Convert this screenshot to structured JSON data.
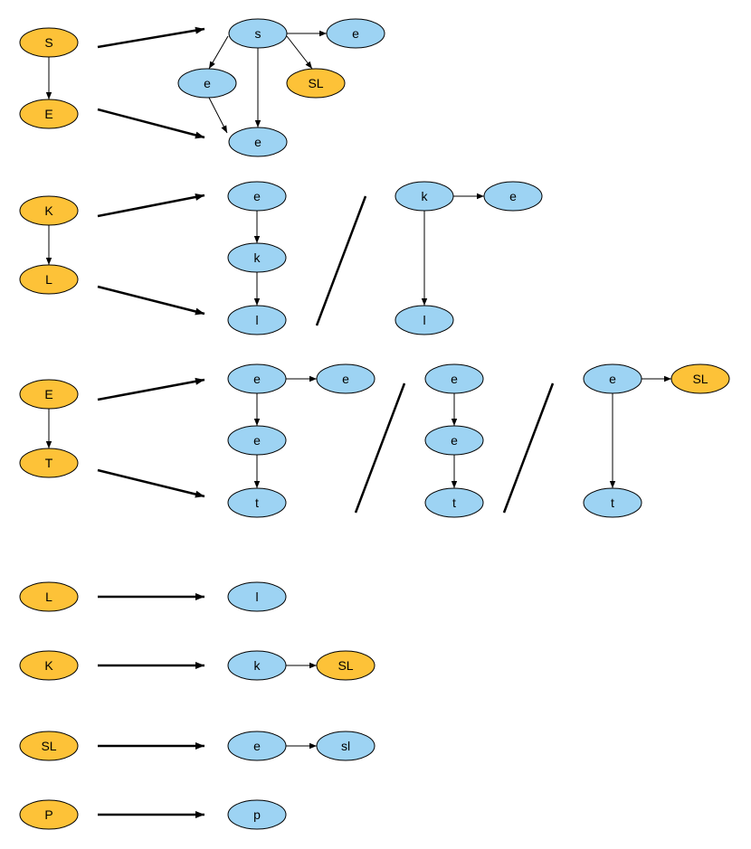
{
  "colors": {
    "nonterminal": "#FDC238",
    "terminal": "#9DD3F3",
    "stroke": "#000000"
  },
  "nodes": {
    "r1_S": "S",
    "r1_E": "E",
    "r1_s": "s",
    "r1_e_left": "e",
    "r1_e_right": "e",
    "r1_SL": "SL",
    "r1_e_bottom": "e",
    "r2_K": "K",
    "r2_L": "L",
    "r2a_e": "e",
    "r2a_k": "k",
    "r2a_l": "l",
    "r2b_k": "k",
    "r2b_e": "e",
    "r2b_l": "l",
    "r3_E": "E",
    "r3_T": "T",
    "r3a_e_top": "e",
    "r3a_e_right": "e",
    "r3a_e_mid": "e",
    "r3a_t": "t",
    "r3b_e_top": "e",
    "r3b_e_mid": "e",
    "r3b_t": "t",
    "r3c_e": "e",
    "r3c_SL": "SL",
    "r3c_t": "t",
    "r4_L": "L",
    "r4_l": "l",
    "r5_K": "K",
    "r5_k": "k",
    "r5_SL": "SL",
    "r6_SL": "SL",
    "r6_e": "e",
    "r6_sl": "sl",
    "r7_P": "P",
    "r7_p": "p"
  }
}
